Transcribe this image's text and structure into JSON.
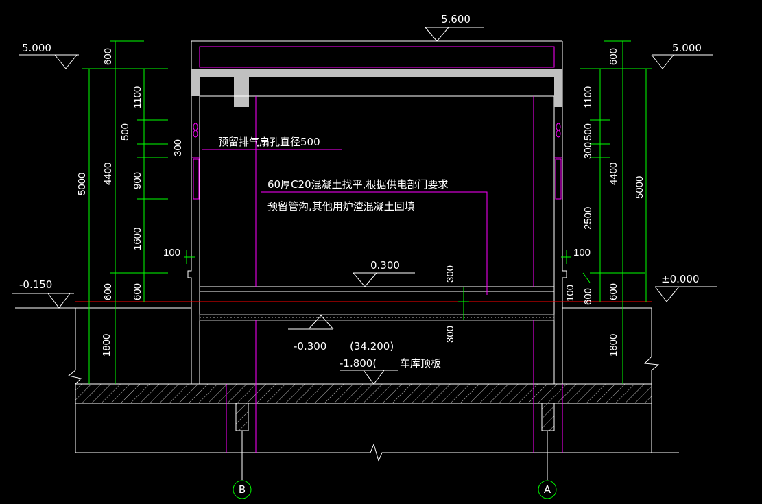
{
  "drawing": {
    "elevations": {
      "roof_top": "5.600",
      "left_top": "5.000",
      "right_top": "5.000",
      "left_ground": "-0.150",
      "right_ground": "±0.000",
      "floor": "0.300",
      "sub_floor": "-0.300",
      "absolute": "(34.200)",
      "slab": "-1.800("
    },
    "left_dims": {
      "outer": [
        "5000"
      ],
      "middle": [
        "4400"
      ],
      "inner": [
        "600",
        "1100",
        "500",
        "300",
        "900",
        "1600",
        "600",
        "600",
        "1800"
      ],
      "small": "100"
    },
    "right_dims": {
      "outer": [
        "5000"
      ],
      "middle": [
        "4400"
      ],
      "inner": [
        "600",
        "1100",
        "500",
        "300",
        "2500",
        "600",
        "600",
        "1800"
      ],
      "small": [
        "100",
        "100"
      ]
    },
    "center_dims": [
      "300",
      "300"
    ],
    "notes": {
      "fan_hole": "预留排气扇孔直径500",
      "concrete_line1": "60厚C20混凝土找平,根据供电部门要求",
      "concrete_line2": "预留管沟,其他用炉渣混凝土回填",
      "garage_roof": "车库顶板"
    },
    "axes": [
      "B",
      "A"
    ],
    "colors": {
      "background": "#000000",
      "dimension": "#00ff00",
      "wall": "#ffffff",
      "annotation": "#ff00ff",
      "ground": "#ff0000"
    }
  }
}
